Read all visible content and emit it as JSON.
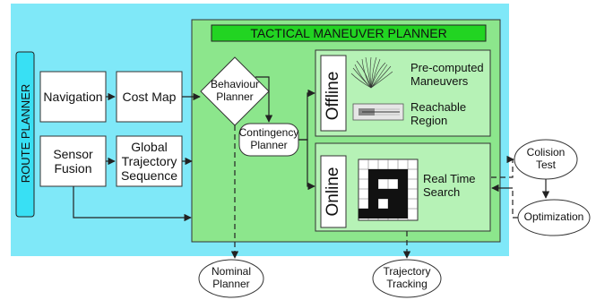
{
  "tactical": {
    "title": "TACTICAL MANEUVER PLANNER"
  },
  "route_planner": {
    "label": "ROUTE PLANNER"
  },
  "boxes": {
    "navigation": "Navigation",
    "cost_map": "Cost Map",
    "sensor_fusion": "Sensor\nFusion",
    "global_trajectory": "Global\nTrajectory\nSequence",
    "behaviour_planner": "Behaviour\nPlanner",
    "contingency_planner": "Contingency\nPlanner"
  },
  "offline": {
    "label": "Offline",
    "precomputed": "Pre-computed\nManeuvers",
    "reachable": "Reachable\nRegion"
  },
  "online": {
    "label": "Online",
    "realtime": "Real Time\nSearch"
  },
  "external": {
    "collision_test": "Colision\nTest",
    "optimization": "Optimization",
    "nominal_planner": "Nominal\nPlanner",
    "trajectory_tracking": "Trajectory\nTracking"
  },
  "colors": {
    "outer_panel": "#7fe8f8",
    "tactical_panel": "#8ce68c",
    "title_bar": "#22d422",
    "inner_panel": "#b6f2b6",
    "route_bar": "#38e0f4"
  }
}
